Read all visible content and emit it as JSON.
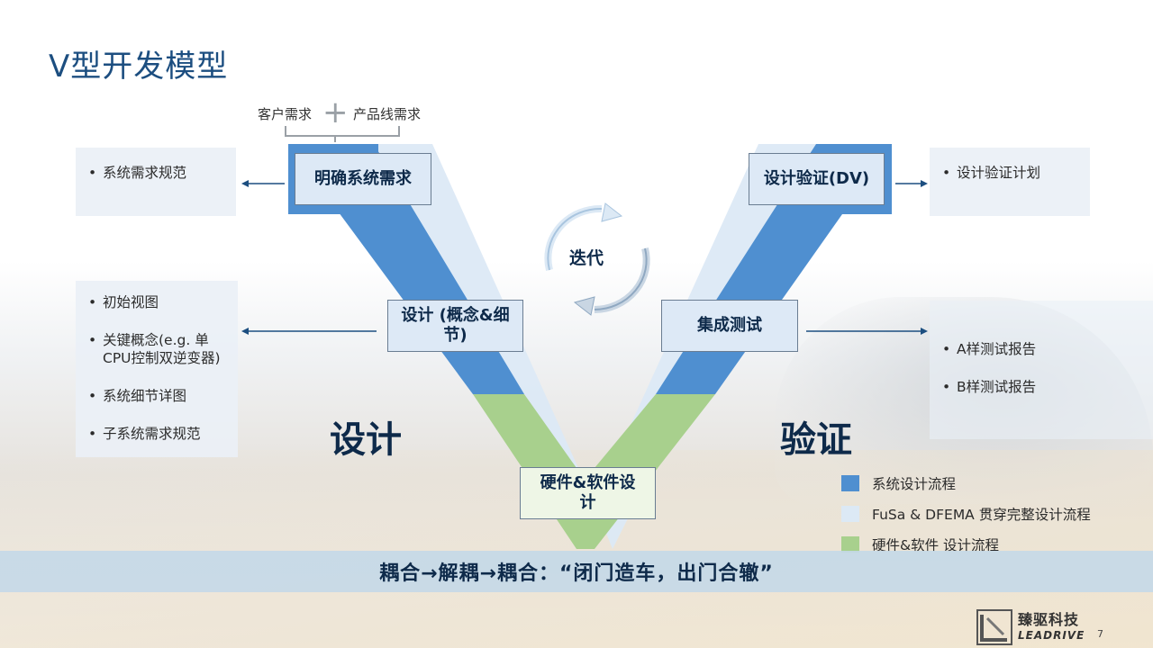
{
  "title": "V型开发模型",
  "top_inputs": {
    "left": "客户需求",
    "plus": "+",
    "right": "产品线需求"
  },
  "stages": {
    "requirements": "明确系统需求",
    "design": "设计 (概念&细节)",
    "hw_sw": "硬件&软件设计",
    "integration": "集成测试",
    "verification": "设计验证(DV)"
  },
  "iterate": "迭代",
  "left_outputs_top": [
    "系统需求规范"
  ],
  "left_outputs_design": [
    "初始视图",
    "关键概念(e.g. 单CPU控制双逆变器)",
    "系统细节详图",
    "子系统需求规范"
  ],
  "right_outputs_top": [
    "设计验证计划"
  ],
  "right_outputs_integration": [
    "A样测试报告",
    "B样测试报告"
  ],
  "phase_labels": {
    "design": "设计",
    "verify": "验证"
  },
  "legend": [
    {
      "label": "系统设计流程",
      "color": "#4f8fd0"
    },
    {
      "label": "FuSa & DFEMA 贯穿完整设计流程",
      "color": "#dce9f5"
    },
    {
      "label": "硬件&软件 设计流程",
      "color": "#a8d08d"
    }
  ],
  "footer_band": "耦合→解耦→耦合：“闭门造车，出门合辙”",
  "logo": {
    "cn": "臻驱科技",
    "en": "LEADRIVE"
  },
  "page_number": "7",
  "colors": {
    "title": "#1c4e80",
    "system_flow": "#4f8fd0",
    "fusa_flow": "#dce9f5",
    "hw_sw_flow": "#a8d08d",
    "band": "#c4d8e8"
  }
}
